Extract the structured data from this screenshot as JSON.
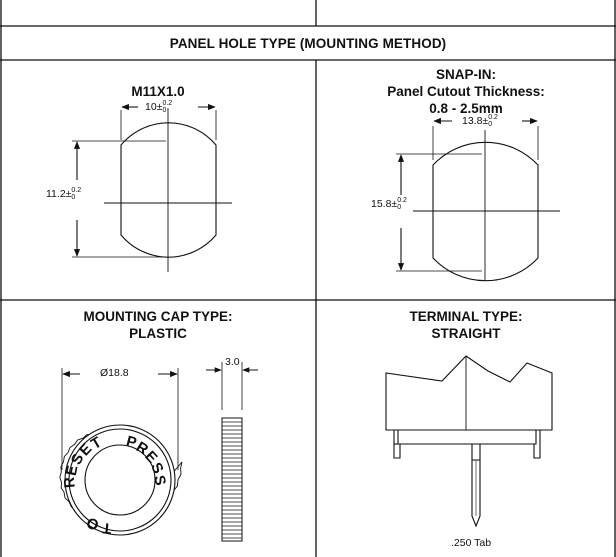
{
  "header": {
    "title": "PANEL HOLE TYPE (MOUNTING METHOD)"
  },
  "cells": {
    "m11": {
      "title": "M11X1.0",
      "width_dim": {
        "nominal": "10±",
        "tol_upper": "0.2",
        "tol_lower": "0"
      },
      "height_dim": {
        "nominal": "11.2±",
        "tol_upper": "0.2",
        "tol_lower": "0"
      }
    },
    "snap": {
      "title_lines": [
        "SNAP-IN:",
        "Panel Cutout Thickness:",
        "0.8 - 2.5mm"
      ],
      "width_dim": {
        "nominal": "13.8±",
        "tol_upper": "0.2",
        "tol_lower": "0"
      },
      "height_dim": {
        "nominal": "15.8±",
        "tol_upper": "0.2",
        "tol_lower": "0"
      }
    },
    "cap": {
      "title_lines": [
        "MOUNTING CAP TYPE:",
        "PLASTIC"
      ],
      "diameter_label": "Ø18.8",
      "thickness_label": "3.0",
      "cap_text": [
        "PRESS",
        "TO",
        "RESET"
      ]
    },
    "terminal": {
      "title_lines": [
        "TERMINAL TYPE:",
        "STRAIGHT"
      ],
      "tab_label": ".250 Tab"
    }
  }
}
